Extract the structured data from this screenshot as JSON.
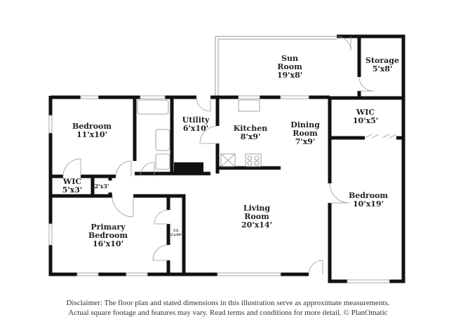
{
  "rooms": {
    "sun_room": {
      "name_1": "Sun",
      "name_2": "Room",
      "dims": "19'x8'"
    },
    "storage": {
      "name": "Storage",
      "dims": "5'x8'"
    },
    "bedroom_1": {
      "name": "Bedroom",
      "dims": "11'x10'"
    },
    "utility": {
      "name": "Utility",
      "dims": "6'x10'"
    },
    "kitchen": {
      "name": "Kitchen",
      "dims": "8'x9'"
    },
    "dining": {
      "name_1": "Dining",
      "name_2": "Room",
      "dims": "7'x9'"
    },
    "wic_right": {
      "name": "WIC",
      "dims": "10'x5'"
    },
    "bedroom_2": {
      "name": "Bedroom",
      "dims": "10'x19'"
    },
    "wic_left": {
      "name": "WIC",
      "dims": "5'x3'"
    },
    "closet_small": {
      "dims": "2'x3'"
    },
    "primary": {
      "name_1": "Primary",
      "name_2": "Bedroom",
      "dims": "16'x10'"
    },
    "cl": {
      "name": "CL",
      "dims": "2'x10'"
    },
    "living": {
      "name_1": "Living",
      "name_2": "Room",
      "dims": "20'x14'"
    }
  },
  "disclaimer": {
    "line_1": "Disclaimer: The floor plan and stated dimensions in this illustration serve as approximate measurements.",
    "line_2": "Actual square footage and features may vary. Read terms and conditions for more detail. © PlanOmatic"
  }
}
